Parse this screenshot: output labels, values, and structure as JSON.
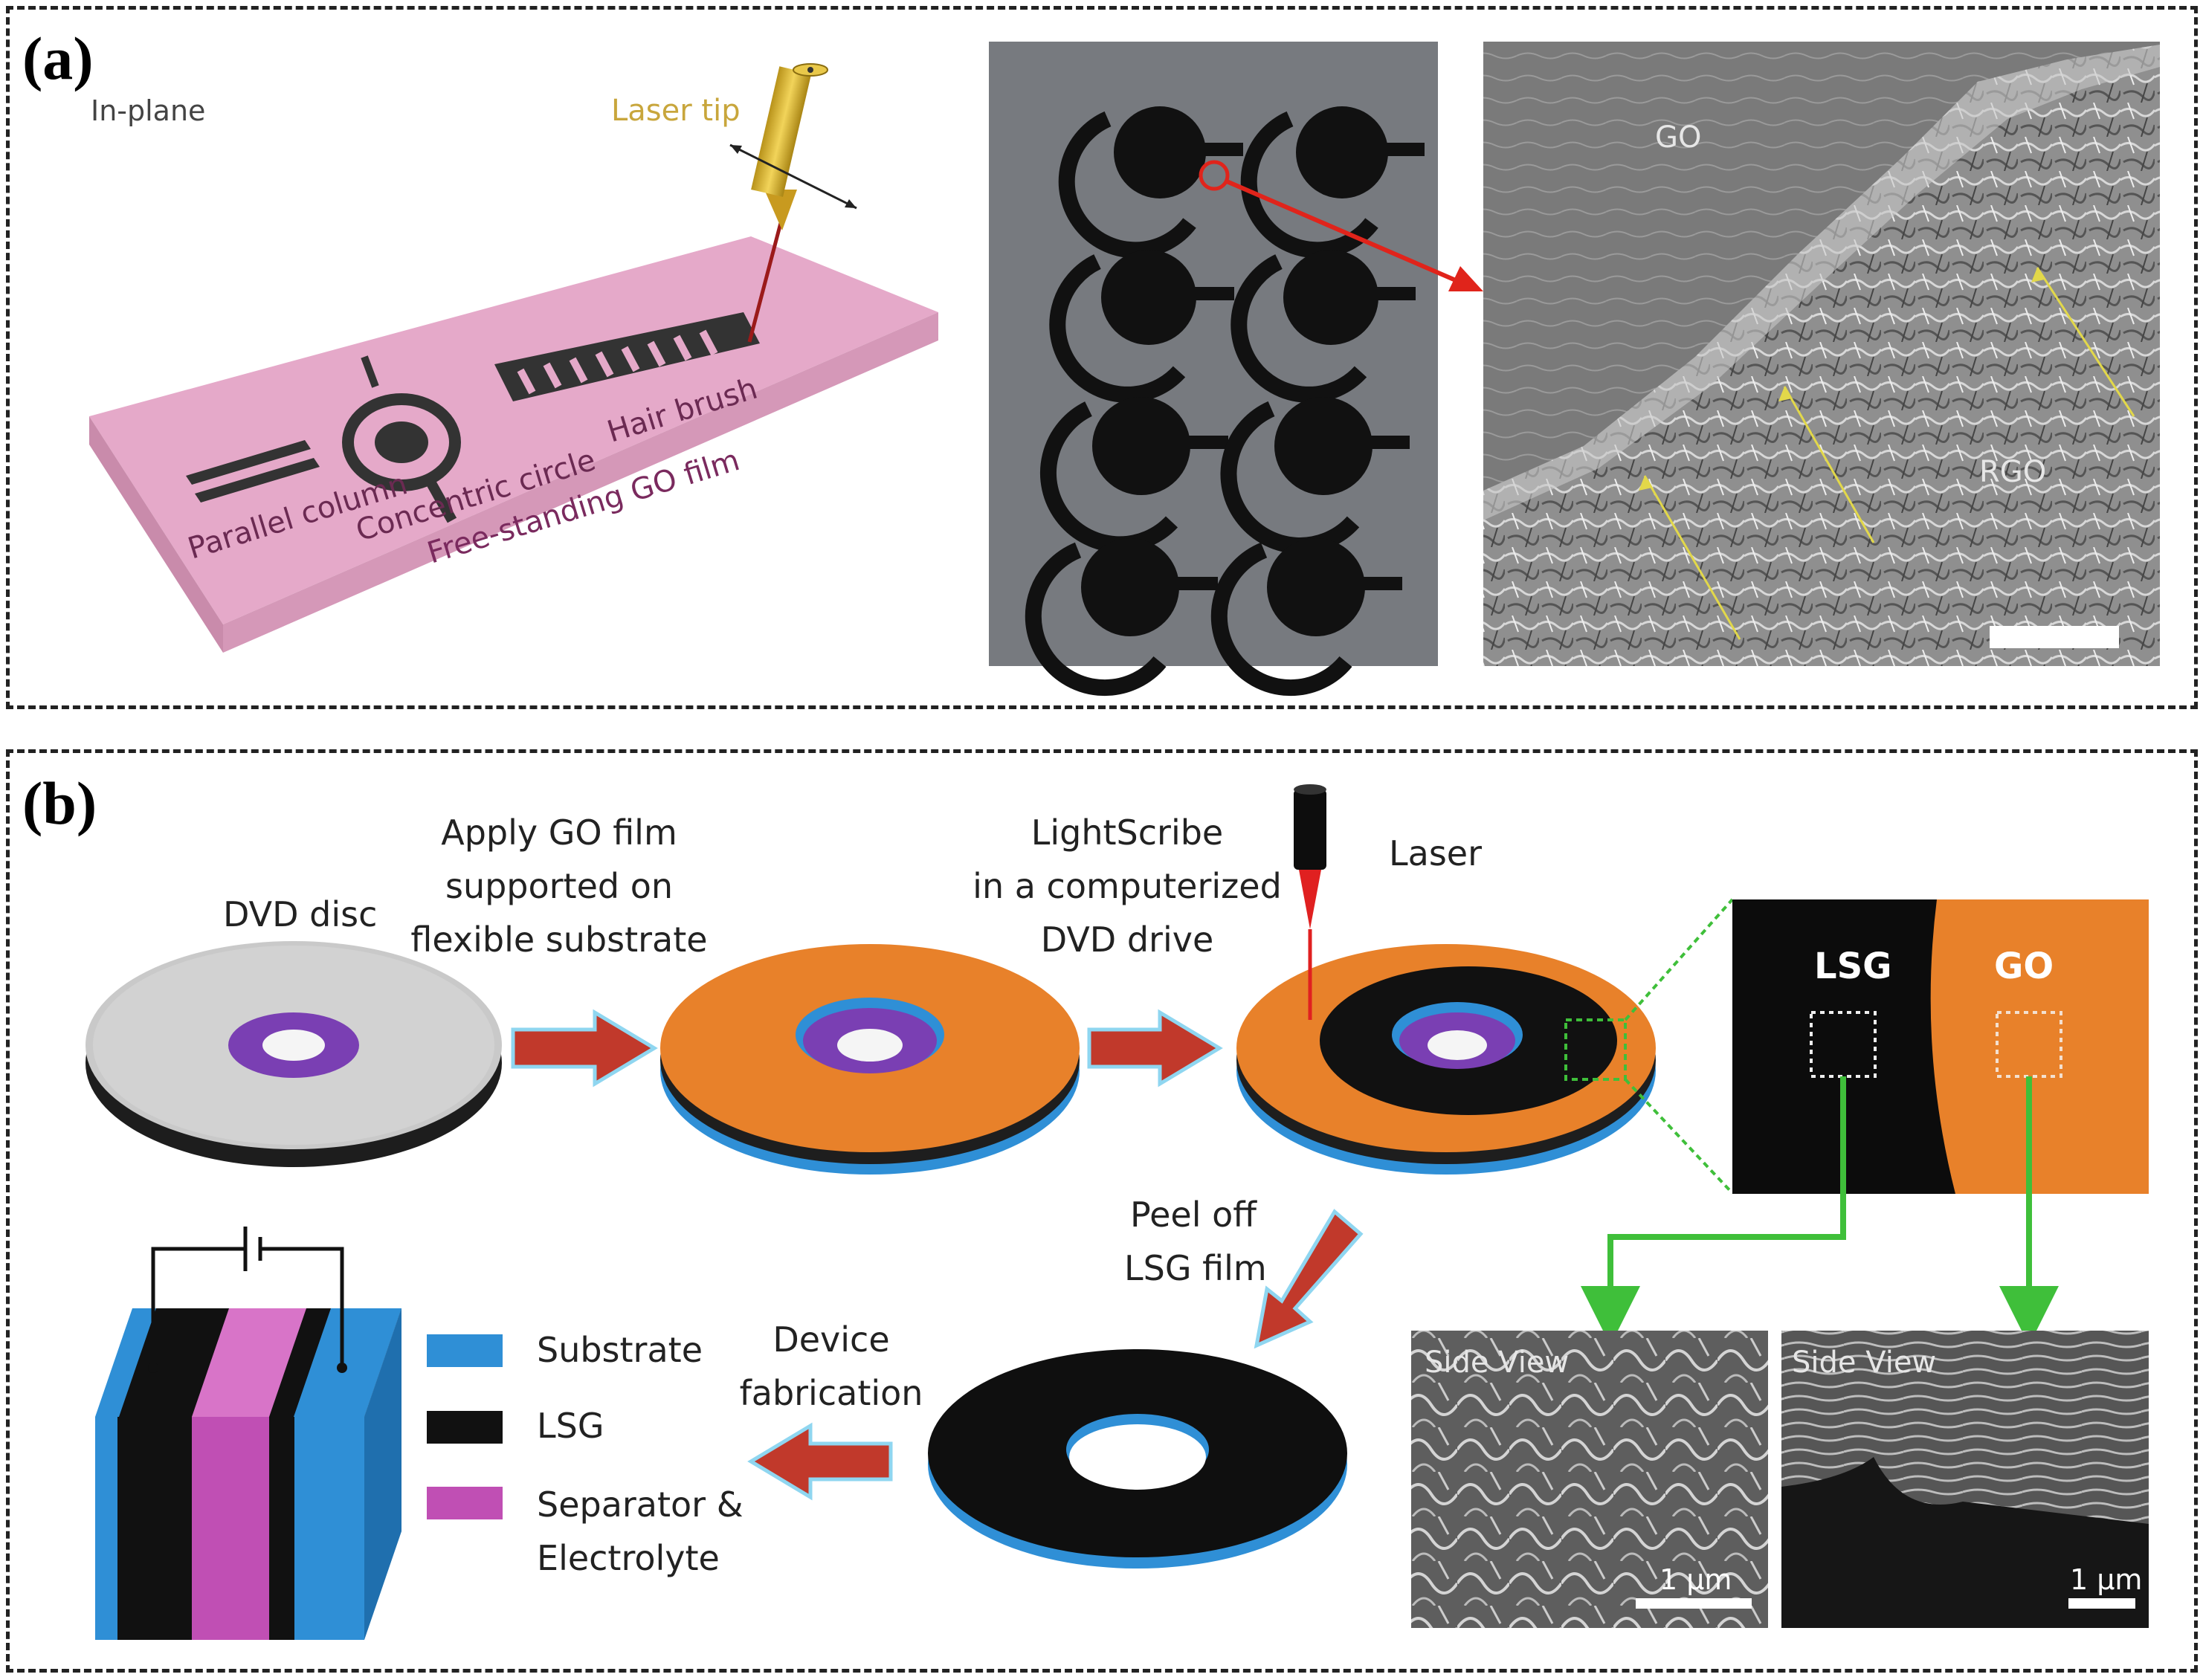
{
  "panel_a": {
    "label": "(a)",
    "schematic": {
      "in_plane": "In-plane",
      "laser_tip": "Laser tip",
      "parallel_column": "Parallel column",
      "concentric_circle": "Concentric circle",
      "hair_brush": "Hair brush",
      "film": "Free-standing GO film"
    },
    "sem": {
      "go": "GO",
      "rgo": "RGO"
    }
  },
  "panel_b": {
    "label": "(b)",
    "dvd_disc": "DVD disc",
    "apply_go_1": "Apply GO film",
    "apply_go_2": "supported on",
    "apply_go_3": "flexible substrate",
    "lightscribe_1": "LightScribe",
    "lightscribe_2": "in a computerized",
    "lightscribe_3": "DVD drive",
    "laser": "Laser",
    "zoom_lsg": "LSG",
    "zoom_go": "GO",
    "peel_1": "Peel off",
    "peel_2": "LSG film",
    "device_1": "Device",
    "device_2": "fabrication",
    "legend": {
      "substrate": "Substrate",
      "lsg": "LSG",
      "separator_1": "Separator &",
      "separator_2": "Electrolyte"
    },
    "side_view_left": "Side View",
    "side_view_right": "Side View",
    "scale_left": "1 μm",
    "scale_right": "1 μm"
  },
  "colors": {
    "go_orange": "#e8812a",
    "substrate_blue": "#2f8fd6",
    "separator_magenta": "#c04fb4",
    "arrow_red": "#c1392b",
    "green": "#3fbf3a",
    "film_pink": "#e5a9c9"
  }
}
